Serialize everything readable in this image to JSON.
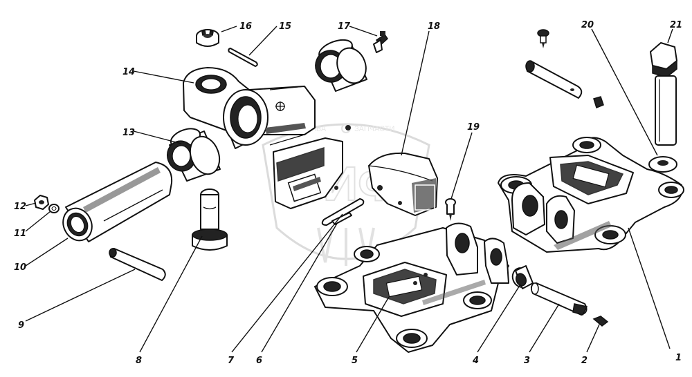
{
  "watermark": {
    "logo_letters": "ЗИФ",
    "text_left": "ПРАВА",
    "text_right": "ЗАПЧАСТИ"
  },
  "callouts": [
    "16",
    "15",
    "17",
    "18",
    "21",
    "20",
    "14",
    "13",
    "19",
    "12",
    "11",
    "10",
    "9",
    "8",
    "7",
    "6",
    "5",
    "4",
    "3",
    "2",
    "1"
  ]
}
